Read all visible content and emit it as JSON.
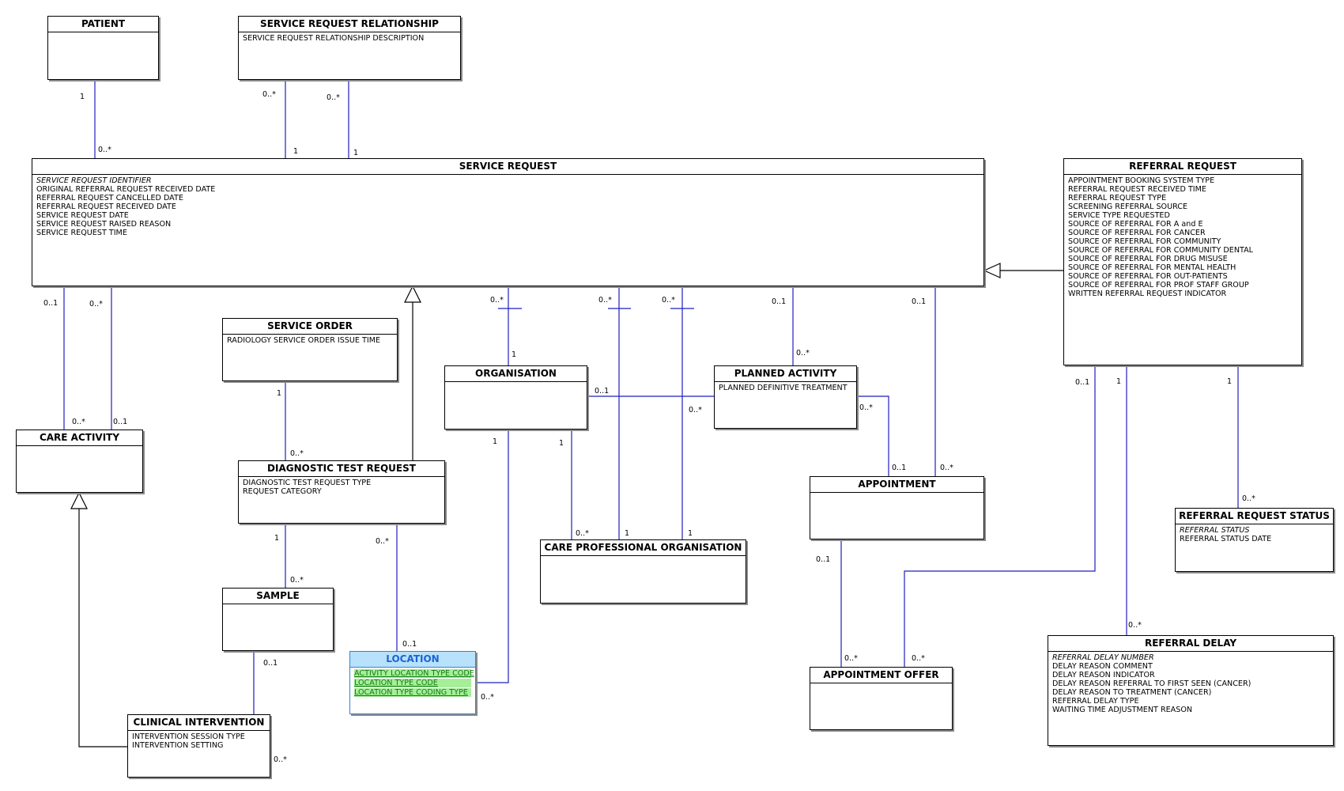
{
  "entities": {
    "patient": {
      "title": "PATIENT",
      "attrs": []
    },
    "srr": {
      "title": "SERVICE REQUEST RELATIONSHIP",
      "attrs": [
        "SERVICE REQUEST RELATIONSHIP DESCRIPTION"
      ]
    },
    "sr": {
      "title": "SERVICE REQUEST",
      "attrs": [
        "SERVICE REQUEST IDENTIFIER",
        "ORIGINAL REFERRAL REQUEST RECEIVED DATE",
        "REFERRAL REQUEST CANCELLED DATE",
        "REFERRAL REQUEST RECEIVED DATE",
        "SERVICE REQUEST DATE",
        "SERVICE REQUEST RAISED REASON",
        "SERVICE REQUEST TIME"
      ]
    },
    "rr": {
      "title": "REFERRAL REQUEST",
      "attrs": [
        "APPOINTMENT BOOKING SYSTEM TYPE",
        "REFERRAL REQUEST RECEIVED TIME",
        "REFERRAL REQUEST TYPE",
        "SCREENING REFERRAL SOURCE",
        "SERVICE TYPE REQUESTED",
        "SOURCE OF REFERRAL FOR A and E",
        "SOURCE OF REFERRAL FOR CANCER",
        "SOURCE OF REFERRAL FOR COMMUNITY",
        "SOURCE OF REFERRAL FOR COMMUNITY DENTAL",
        "SOURCE OF REFERRAL FOR DRUG MISUSE",
        "SOURCE OF REFERRAL FOR MENTAL HEALTH",
        "SOURCE OF REFERRAL FOR OUT-PATIENTS",
        "SOURCE OF REFERRAL FOR PROF STAFF GROUP",
        "WRITTEN REFERRAL REQUEST INDICATOR"
      ]
    },
    "so": {
      "title": "SERVICE ORDER",
      "attrs": [
        "RADIOLOGY SERVICE ORDER ISSUE TIME"
      ]
    },
    "org": {
      "title": "ORGANISATION",
      "attrs": []
    },
    "pa": {
      "title": "PLANNED ACTIVITY",
      "attrs": [
        "PLANNED DEFINITIVE TREATMENT"
      ]
    },
    "ca": {
      "title": "CARE ACTIVITY",
      "attrs": []
    },
    "dtr": {
      "title": "DIAGNOSTIC TEST REQUEST",
      "attrs": [
        "DIAGNOSTIC TEST REQUEST TYPE",
        "REQUEST CATEGORY"
      ]
    },
    "appt": {
      "title": "APPOINTMENT",
      "attrs": []
    },
    "rrs": {
      "title": "REFERRAL REQUEST STATUS",
      "attrs": [
        "REFERRAL STATUS",
        "REFERRAL STATUS DATE"
      ]
    },
    "cpo": {
      "title": "CARE PROFESSIONAL ORGANISATION",
      "attrs": []
    },
    "sample": {
      "title": "SAMPLE",
      "attrs": []
    },
    "loc": {
      "title": "LOCATION",
      "attrs": [
        "ACTIVITY LOCATION TYPE CODE",
        "LOCATION TYPE CODE",
        "LOCATION TYPE CODING TYPE"
      ]
    },
    "rd": {
      "title": "REFERRAL DELAY",
      "attrs": [
        "REFERRAL DELAY NUMBER",
        "DELAY REASON COMMENT",
        "DELAY REASON INDICATOR",
        "DELAY REASON REFERRAL TO FIRST SEEN (CANCER)",
        "DELAY REASON TO TREATMENT (CANCER)",
        "REFERRAL DELAY TYPE",
        "WAITING TIME ADJUSTMENT REASON"
      ]
    },
    "ao": {
      "title": "APPOINTMENT OFFER",
      "attrs": []
    },
    "ci": {
      "title": "CLINICAL INTERVENTION",
      "attrs": [
        "INTERVENTION SESSION TYPE",
        "INTERVENTION SETTING"
      ]
    }
  },
  "multiplicities": {
    "m1": "1",
    "m2": "0..*",
    "m3": "0..*",
    "m4": "1",
    "m5": "0..*",
    "m6": "1",
    "m7": "0..1",
    "m8": "0..*",
    "m9": "0..*",
    "m10": "0..1",
    "m11": "0..*",
    "m12": "1",
    "m13": "0..*",
    "m14": "0..*",
    "m15": "0..1",
    "m16": "0..*",
    "m17": "0..1",
    "m18": "0..*",
    "m19": "1",
    "m20": "0..*",
    "m21": "0..1",
    "m22": "0..*",
    "m23": "0..*",
    "m24": "0..1",
    "m25": "1",
    "m26": "1",
    "m27": "0..*",
    "m28": "1",
    "m29": "1",
    "m30": "1",
    "m31": "0..*",
    "m32": "0..*",
    "m33": "0..1",
    "m34": "0..1",
    "m35": "0..*",
    "m36": "0..1",
    "m37": "0..*",
    "m38": "0..*",
    "m39": "0..1",
    "m40": "1",
    "m41": "1",
    "m42": "0..*",
    "m43": "0..*",
    "m44": "0..*"
  }
}
